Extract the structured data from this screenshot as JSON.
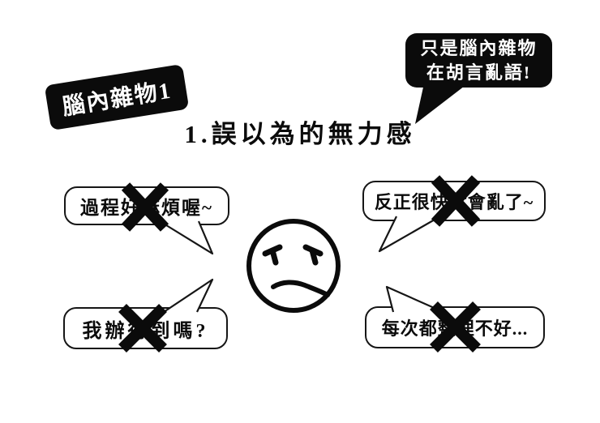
{
  "page": {
    "background": "#ffffff",
    "ink": "#0b0b0b"
  },
  "badge": {
    "label": "腦內雜物1"
  },
  "shout_bubble": {
    "line1": "只是腦內雜物",
    "line2": "在胡言亂語!"
  },
  "title": {
    "text": "1.誤以為的無力感"
  },
  "thought_bubbles": [
    {
      "position": "top-left",
      "text": "過程好麻煩喔~",
      "crossed_out": true
    },
    {
      "position": "top-right",
      "text": "反正很快就會亂了~",
      "crossed_out": true
    },
    {
      "position": "bottom-left",
      "text": "我辦得到嗎?",
      "crossed_out": true
    },
    {
      "position": "bottom-right",
      "text": "每次都整理不好...",
      "crossed_out": true
    }
  ],
  "face": {
    "expression": "worried"
  }
}
